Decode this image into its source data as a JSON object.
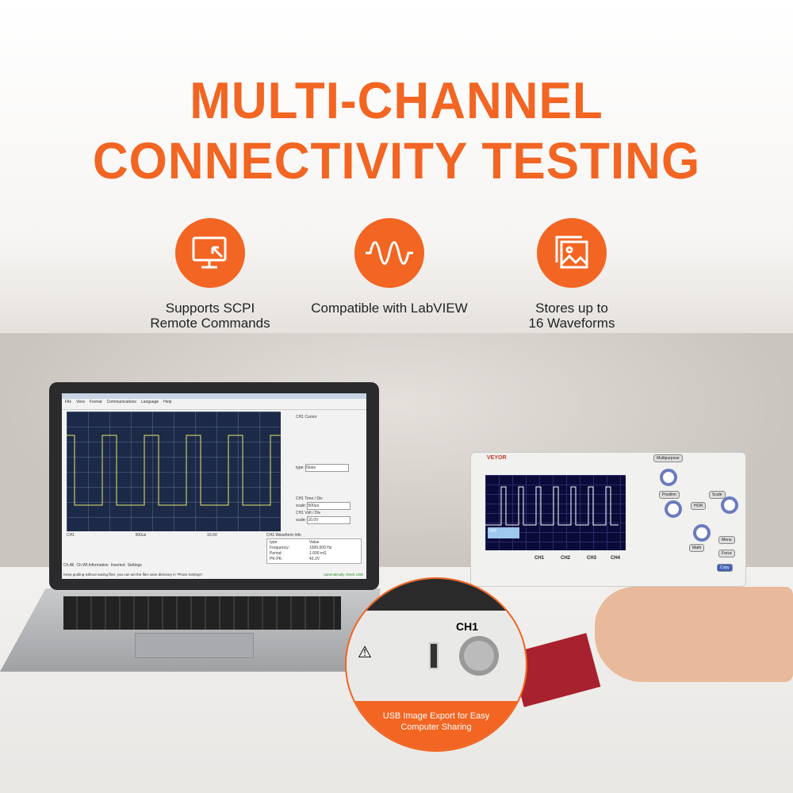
{
  "headline": {
    "line1": "MULTI-CHANNEL",
    "line2": "CONNECTIVITY TESTING"
  },
  "features": [
    {
      "icon": "monitor-remote-icon",
      "label": "Supports SCPI\nRemote Commands"
    },
    {
      "icon": "waveform-icon",
      "label": "Compatible with LabVIEW"
    },
    {
      "icon": "image-gallery-icon",
      "label": "Stores up to\n16 Waveforms"
    }
  ],
  "brand_color": "#f26522",
  "software": {
    "menu": [
      "File",
      "View",
      "Format",
      "Communications",
      "Language",
      "Help"
    ],
    "cursor_title": "CH1 Cursor",
    "time_title": "CH1 Time / Div",
    "time_scale_label": "scale:",
    "time_scale": "500us",
    "volt_title": "CH1 Volt / Div",
    "volt_scale_label": "scale:",
    "volt_scale": "10.0V",
    "type_label": "type:",
    "type_value": "None",
    "channel_row": {
      "ch": "CH1",
      "time": "500us",
      "volt": "10.0V"
    },
    "info_title": "CH1 Waveform Info",
    "info_headers": [
      "type",
      "Value"
    ],
    "info_rows": [
      [
        "Frequency:",
        "1000.000 Hz"
      ],
      [
        "Period:",
        "1.000 mS"
      ],
      [
        "PK-PK:",
        "43.2V"
      ]
    ],
    "tabs": [
      "Ch.All",
      "Ch.Wf.Information",
      "Inverted",
      "Settings"
    ],
    "status": "Keep guiding without saving files, you can set the files save directory in \"Photo Settings\".",
    "usb_status": "automatically check USB"
  },
  "scope": {
    "brand": "VEYOR",
    "channels": [
      "CH1",
      "CH2",
      "CH3",
      "CH4"
    ],
    "buttons": [
      "Multipurpose",
      "Position",
      "Scale",
      "HOR",
      "Math",
      "Menu",
      "Force",
      "Copy"
    ],
    "menu_off": "OFF"
  },
  "callout": {
    "label": "USB Image Export for Easy\nComputer Sharing",
    "port_label": "CH1"
  }
}
